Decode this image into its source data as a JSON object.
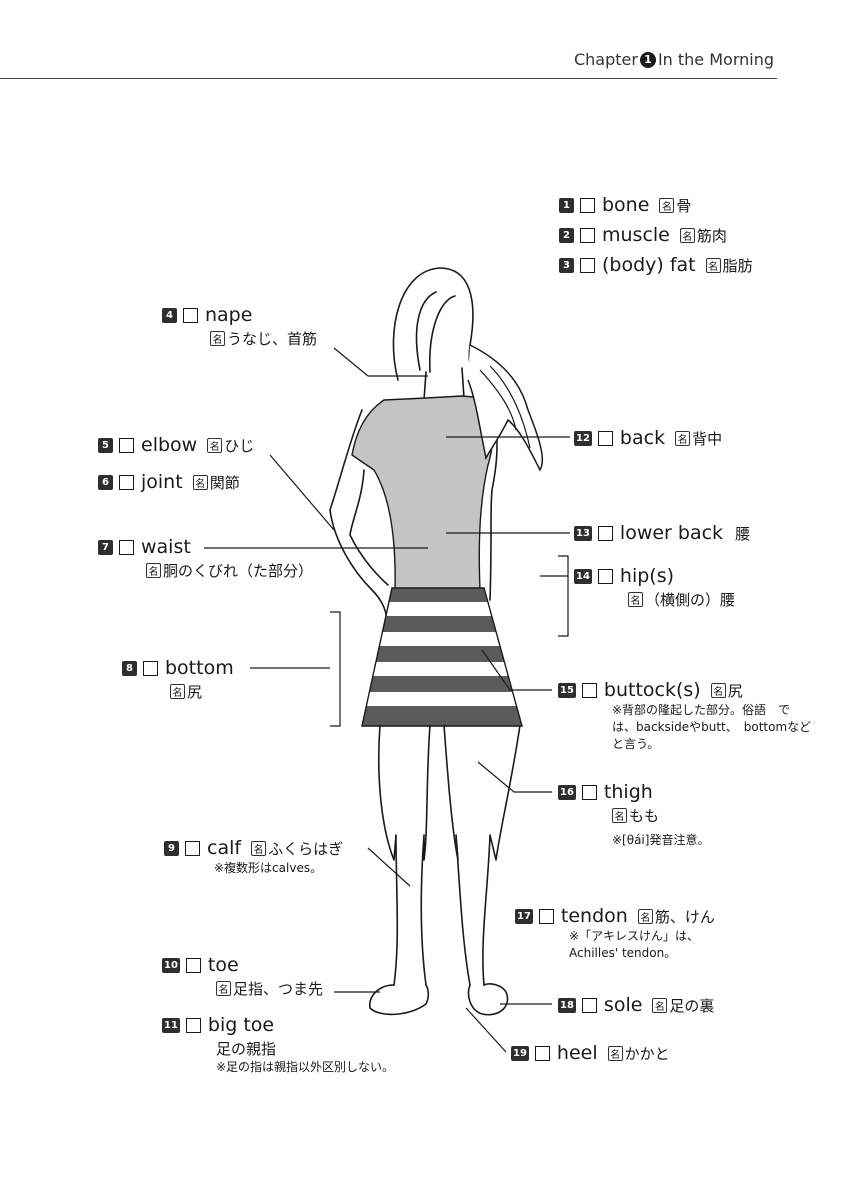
{
  "header": {
    "prefix": "Chapter",
    "chapter_num": "1",
    "title": "In the Morning"
  },
  "pos_mark": "名",
  "terms": [
    {
      "num": "1",
      "word": "bone",
      "pos": true,
      "meaning": "骨"
    },
    {
      "num": "2",
      "word": "muscle",
      "pos": true,
      "meaning": "筋肉"
    },
    {
      "num": "3",
      "word": "(body) fat",
      "pos": true,
      "meaning": "脂肪"
    },
    {
      "num": "4",
      "word": "nape",
      "meaning2_pos": true,
      "meaning2": "うなじ、首筋"
    },
    {
      "num": "5",
      "word": "elbow",
      "pos": true,
      "meaning": "ひじ"
    },
    {
      "num": "6",
      "word": "joint",
      "pos": true,
      "meaning": "関節"
    },
    {
      "num": "7",
      "word": "waist",
      "meaning2_pos": true,
      "meaning2": "胴のくびれ（た部分）"
    },
    {
      "num": "8",
      "word": "bottom",
      "meaning2_pos": true,
      "meaning2": "尻"
    },
    {
      "num": "9",
      "word": "calf",
      "pos": true,
      "meaning": "ふくらはぎ",
      "note": "※複数形はcalves。"
    },
    {
      "num": "10",
      "word": "toe",
      "meaning2_pos": true,
      "meaning2": "足指、つま先"
    },
    {
      "num": "11",
      "word": "big toe",
      "meaning2": "足の親指",
      "note": "※足の指は親指以外区別しない。"
    },
    {
      "num": "12",
      "word": "back",
      "pos": true,
      "meaning": "背中"
    },
    {
      "num": "13",
      "word": "lower back",
      "meaning": "腰"
    },
    {
      "num": "14",
      "word": "hip(s)",
      "meaning2_pos": true,
      "meaning2": "（横側の）腰"
    },
    {
      "num": "15",
      "word": "buttock(s)",
      "pos": true,
      "meaning": "尻",
      "note": "※背部の隆起した部分。俗語　では、backsideやbutt、　bottomなどと言う。"
    },
    {
      "num": "16",
      "word": "thigh",
      "meaning2_pos": true,
      "meaning2": "もも",
      "note": "※[θái]発音注意。"
    },
    {
      "num": "17",
      "word": "tendon",
      "pos": true,
      "meaning": "筋、けん",
      "note": "※「アキレスけん」は、　Achilles' tendon。"
    },
    {
      "num": "18",
      "word": "sole",
      "pos": true,
      "meaning": "足の裏"
    },
    {
      "num": "19",
      "word": "heel",
      "pos": true,
      "meaning": "かかと"
    }
  ],
  "colors": {
    "shirt": "#c4c4c4",
    "stripe_dark": "#5b5b5b",
    "ink": "#1a1a1a"
  }
}
